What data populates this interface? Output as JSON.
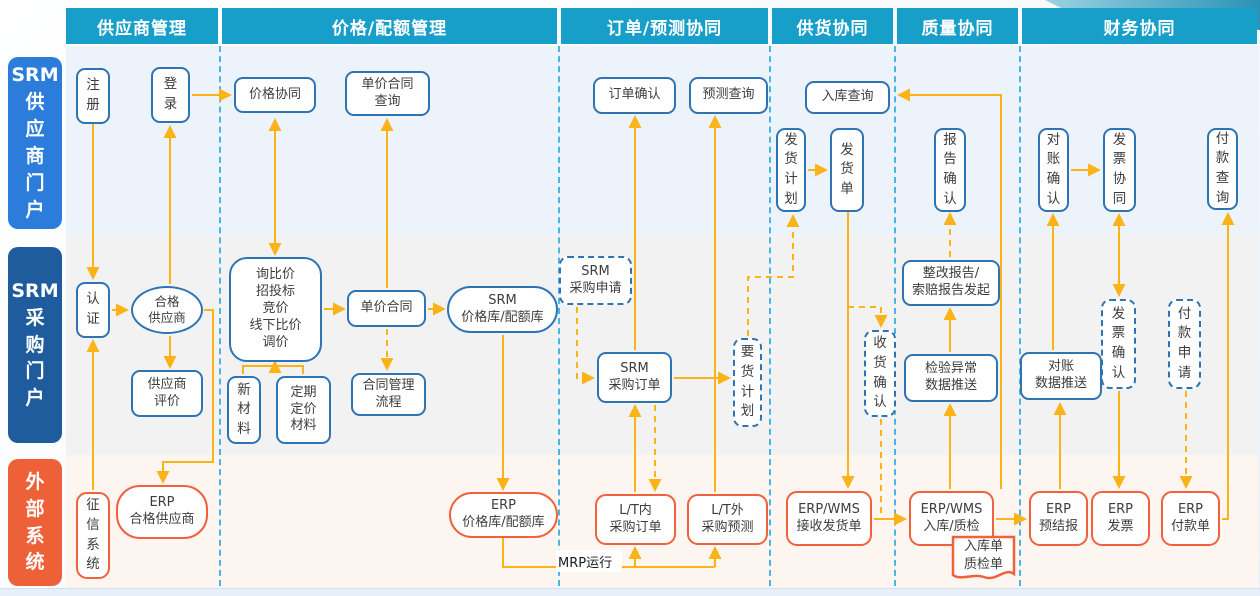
{
  "header": {
    "columns": [
      "供应商管理",
      "价格/配额管理",
      "订单/预测协同",
      "供货协同",
      "质量协同",
      "财务协同"
    ]
  },
  "lanes": [
    {
      "label": "SRM\n供\n应\n商\n门\n户"
    },
    {
      "label": "SRM\n采\n购\n门\n户"
    },
    {
      "label": "外\n部\n系\n统"
    }
  ],
  "nodes": {
    "register": {
      "label": "注\n册"
    },
    "login": {
      "label": "登\n录"
    },
    "certify": {
      "label": "认\n证"
    },
    "qualified_supplier": {
      "label": "合格\n供应商"
    },
    "supplier_evaluation": {
      "label": "供应商\n评价"
    },
    "credit_system": {
      "label": "征\n信\n系\n统"
    },
    "erp_qualified_supplier": {
      "label": "ERP\n合格供应商"
    },
    "price_collaboration": {
      "label": "价格协同"
    },
    "unit_price_contract_query": {
      "label": "单价合同\n查询"
    },
    "sourcing_methods": {
      "label": "询比价\n招投标\n竞价\n线下比价\n调价"
    },
    "unit_price_contract": {
      "label": "单价合同"
    },
    "contract_mgmt_flow": {
      "label": "合同管理\n流程"
    },
    "new_material": {
      "label": "新\n材\n料"
    },
    "periodic_priced_material": {
      "label": "定期\n定价\n材料"
    },
    "srm_price_quota_lib": {
      "label": "SRM\n价格库/配额库"
    },
    "erp_price_quota_lib": {
      "label": "ERP\n价格库/配额库"
    },
    "order_confirm": {
      "label": "订单确认"
    },
    "forecast_query": {
      "label": "预测查询"
    },
    "srm_purchase_request": {
      "label": "SRM\n采购申请"
    },
    "srm_purchase_order": {
      "label": "SRM\n采购订单"
    },
    "delivery_demand_plan": {
      "label": "要\n货\n计\n划"
    },
    "lt_in_purchase_order": {
      "label": "L/T内\n采购订单"
    },
    "lt_out_purchase_forecast": {
      "label": "L/T外\n采购预测"
    },
    "inbound_query": {
      "label": "入库查询"
    },
    "shipping_plan": {
      "label": "发\n货\n计\n划"
    },
    "shipping_note": {
      "label": "发\n货\n单"
    },
    "receipt_confirm": {
      "label": "收\n货\n确\n认"
    },
    "erp_wms_receive_shipping_note": {
      "label": "ERP/WMS\n接收发货单"
    },
    "report_confirm": {
      "label": "报\n告\n确\n认"
    },
    "rectification_claim_report": {
      "label": "整改报告/\n索赔报告发起"
    },
    "inspection_exception_push": {
      "label": "检验异常\n数据推送"
    },
    "erp_wms_inbound_qc": {
      "label": "ERP/WMS\n入库/质检"
    },
    "inbound_qc_doc": {
      "label": "入库单\n质检单"
    },
    "reconcile_confirm": {
      "label": "对\n账\n确\n认"
    },
    "invoice_collaboration": {
      "label": "发\n票\n协\n同"
    },
    "payment_query": {
      "label": "付\n款\n查\n询"
    },
    "invoice_confirm": {
      "label": "发\n票\n确\n认"
    },
    "payment_request": {
      "label": "付\n款\n申\n请"
    },
    "reconcile_data_push": {
      "label": "对账\n数据推送"
    },
    "erp_pre_settlement": {
      "label": "ERP\n预结报"
    },
    "erp_invoice": {
      "label": "ERP\n发票"
    },
    "erp_payment_note": {
      "label": "ERP\n付款单"
    }
  },
  "annotations": {
    "mrp_run": "MRP运行"
  },
  "colors": {
    "header_teal": "#189fc9",
    "supplier_portal_blue": "#2b7cdb",
    "purchase_portal_blue": "#1f5c9d",
    "external_system_orange": "#ee6038",
    "node_border_blue": "#2e74b5",
    "node_border_orange": "#f0613c",
    "arrow_yellow": "#fbb318",
    "separator_cyan": "#49b4e6"
  }
}
